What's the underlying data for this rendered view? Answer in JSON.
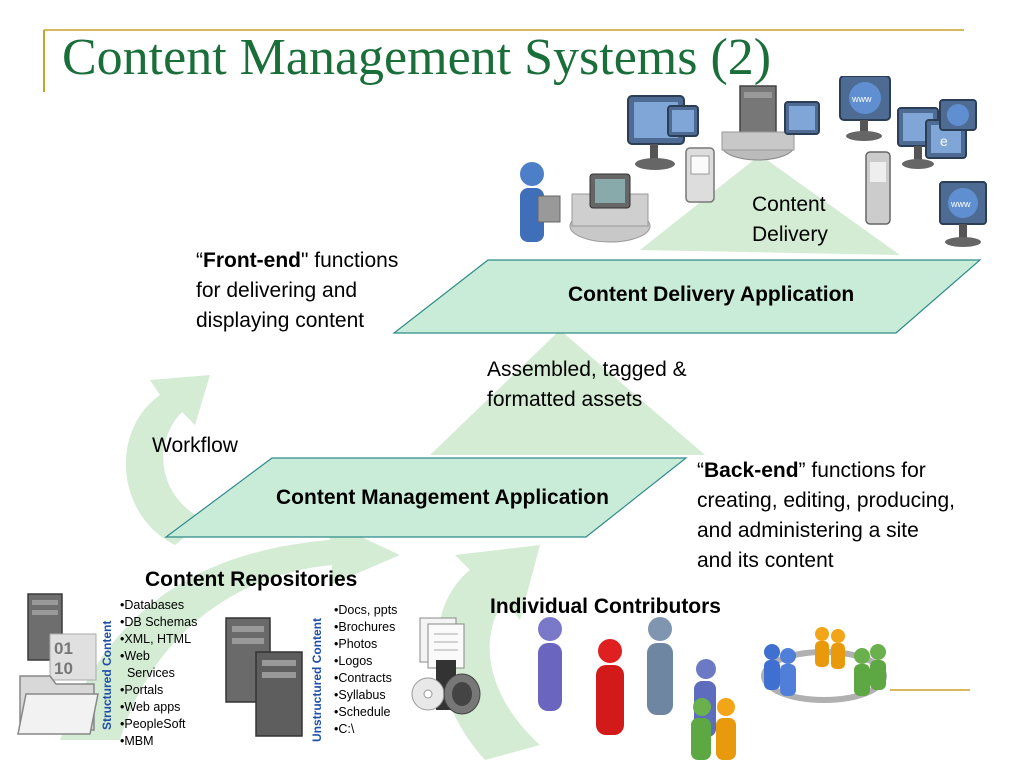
{
  "title": "Content Management Systems (2)",
  "content_delivery_label": [
    "Content",
    "Delivery"
  ],
  "front_end": {
    "bold": "Front-end",
    "rest_first": "\" functions",
    "line2": "for delivering and",
    "line3": "displaying content"
  },
  "delivery_app": "Content Delivery Application",
  "assembled": [
    "Assembled, tagged &",
    "formatted assets"
  ],
  "workflow": "Workflow",
  "management_app": "Content Management Application",
  "back_end": {
    "bold": "Back-end",
    "rest_first": "” functions for",
    "line2": "creating, editing, producing,",
    "line3": "and administering a site",
    "line4": "and its content"
  },
  "repositories_title": "Content Repositories",
  "contributors_title": "Individual Contributors",
  "structured": {
    "label": "Structured Content",
    "items": [
      "•Databases",
      "•DB Schemas",
      "•XML, HTML",
      "•Web",
      "  Services",
      "•Portals",
      "•Web apps",
      "•PeopleSoft",
      "•MBM"
    ]
  },
  "unstructured": {
    "label": "Unstructured Content",
    "items": [
      "•Docs, ppts",
      "•Brochures",
      "•Photos",
      "•Logos",
      "•Contracts",
      "•Syllabus",
      "•Schedule",
      "•C:\\"
    ]
  },
  "colors": {
    "title": "#1a6e3a",
    "arrow_fill": "#d3ecd3",
    "parallelogram_fill": "#c9ecd9",
    "parallelogram_stroke": "#2f8a8a",
    "accent_line": "#c9a227",
    "label_blue": "#1f4fa8"
  },
  "icons": [
    "monitor-icon",
    "server-icon",
    "globe-www-icon",
    "mobile-phone-icon",
    "email-icon",
    "person-icon",
    "folder-icon",
    "document-stack-icon",
    "cd-icon",
    "speaker-icon",
    "team-cycle-icon"
  ]
}
